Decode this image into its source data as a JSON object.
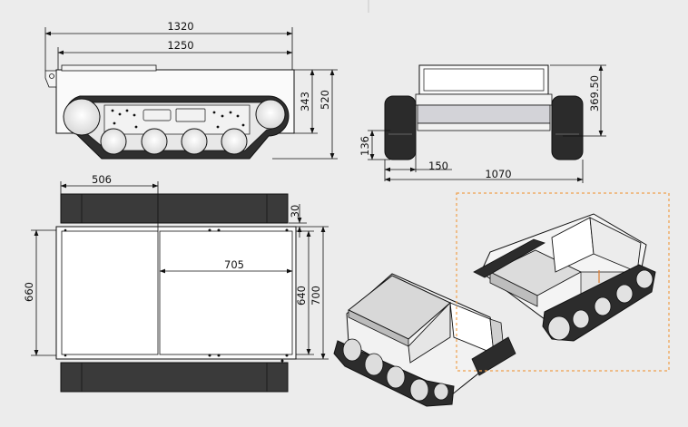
{
  "drawing": {
    "side_view": {
      "overall_length": "1320",
      "track_length": "1250",
      "body_height": "343",
      "overall_height": "520"
    },
    "front_view": {
      "track_offset_height": "369.50",
      "ground_clearance": "136",
      "track_width": "150",
      "overall_width": "1070"
    },
    "top_view": {
      "cover_length": "506",
      "deck_length": "705",
      "track_gap": "30",
      "inner_width": "640",
      "outer_width": "700",
      "side_width": "660"
    },
    "colors": {
      "background": "#ececec",
      "line": "#111111",
      "track": "#2e2e2e",
      "highlight_box": "#f0a04b"
    }
  }
}
